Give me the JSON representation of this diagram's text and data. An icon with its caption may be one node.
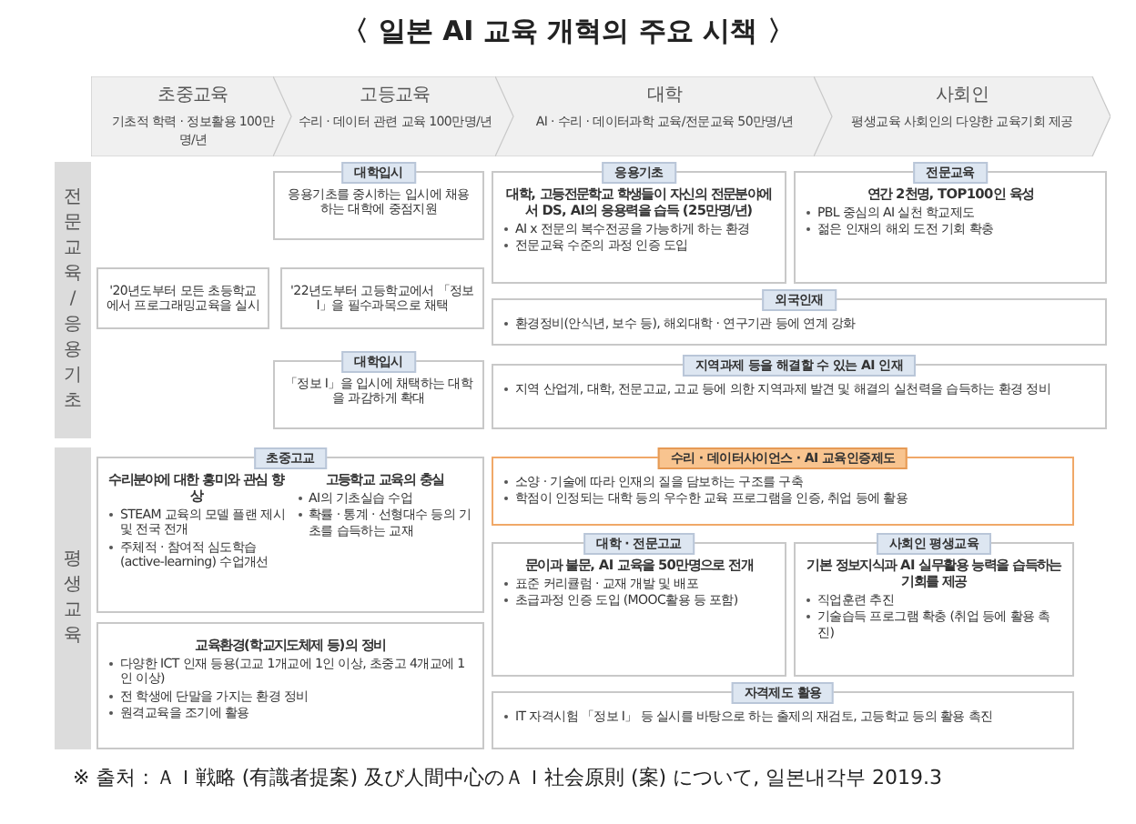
{
  "diagram": {
    "title": "〈 일본 AI 교육 개혁의 주요 시책 〉",
    "caption": "※ 출처 : ＡＩ戦略 (有識者提案) 及び人間中心のＡＩ社会原則 (案) について, 일본내각부 2019.3",
    "nodes": [
      {
        "text": [
          "초중교육",
          "기초적 학력 · 정보활용 100만명/년"
        ]
      },
      {
        "text": [
          "고등교육",
          "수리 · 데이터 관련 교육 100만명/년"
        ]
      },
      {
        "text": [
          "대학",
          "AI · 수리 · 데이터과학 교육/전문교육 50만명/년"
        ]
      },
      {
        "text": [
          "사회인",
          "평생교육 사회인의 다양한 교육기회 제공"
        ]
      },
      {
        "text": [
          "전문교육 / 응용기초"
        ]
      },
      {
        "text": [
          "대학입시",
          "응용기초를 중시하는 입시에 채용하는 대학에 중점지원"
        ]
      },
      {
        "text": [
          "응용기초",
          "대학, 고등전문학교 학생들이 자신의 전문분야에서 DS, AI의 응용력을 습득 (25만명/년)",
          "AI x 전문의 복수전공을 가능하게 하는 환경",
          "전문교육 수준의 과정 인증 도입"
        ]
      },
      {
        "text": [
          "전문교육",
          "연간 2천명, TOP100인 육성",
          "PBL 중심의 AI 실천 학교제도",
          "젊은 인재의 해외 도전 기회 확충"
        ]
      },
      {
        "text": [
          "'20년도부터 모든 초등학교에서 프로그래밍교육을 실시"
        ]
      },
      {
        "text": [
          "'22년도부터 고등학교에서 「정보 I」을 필수과목으로 채택"
        ]
      },
      {
        "text": [
          "외국인재",
          "환경정비(안식년, 보수 등), 해외대학 · 연구기관 등에 연계 강화"
        ]
      },
      {
        "text": [
          "대학입시",
          "「정보 I」을 입시에 채택하는 대학을 과감하게 확대"
        ]
      },
      {
        "text": [
          "지역과제 등을 해결할 수 있는 AI 인재",
          "지역 산업계, 대학, 전문고교, 고교 등에 의한 지역과제 발견 및 해결의 실천력을 습득하는 환경 정비"
        ]
      },
      {
        "text": [
          "평생교육"
        ]
      },
      {
        "text": [
          "초중고교",
          "수리분야에 대한 흥미와 관심 향상",
          "STEAM 교육의 모델 플랜 제시 및 전국 전개",
          "주체적 · 참여적 심도학습 (active-learning) 수업개선",
          "고등학교 교육의 충실",
          "AI의 기초실습 수업",
          "확률 · 통계 · 선형대수 등의 기초를 습득하는 교재"
        ]
      },
      {
        "text": [
          "수리 · 데이터사이언스 · AI 교육인증제도",
          "소양 · 기술에 따라 인재의 질을 담보하는 구조를 구축",
          "학점이 인정되는 대학 등의 우수한 교육 프로그램을 인증, 취업 등에 활용"
        ]
      },
      {
        "text": [
          "대학 · 전문고교",
          "문이과 불문, AI 교육을 50만명으로 전개",
          "표준 커리큘럼 · 교재 개발 및 배포",
          "초급과정 인증 도입 (MOOC활용 등 포함)"
        ]
      },
      {
        "text": [
          "사회인 평생교육",
          "기본 정보지식과 AI 실무활용 능력을 습득하는 기회를 제공",
          "직업훈련 추진",
          "기술습득 프로그램 확충 (취업 등에 활용 촉진)"
        ]
      },
      {
        "text": [
          "교육환경(학교지도체제 등)의 정비",
          "다양한 ICT 인재 등용(고교 1개교에 1인 이상, 초중고 4개교에 1인 이상)",
          "전 학생에 단말을 가지는 환경 정비",
          "원격교육을 조기에 활용"
        ]
      },
      {
        "text": [
          "자격제도 활용",
          "IT 자격시험 「정보 I」 등 실시를 바탕으로 하는 출제의 재검토, 고등학교 등의 활용 촉진"
        ]
      }
    ]
  }
}
